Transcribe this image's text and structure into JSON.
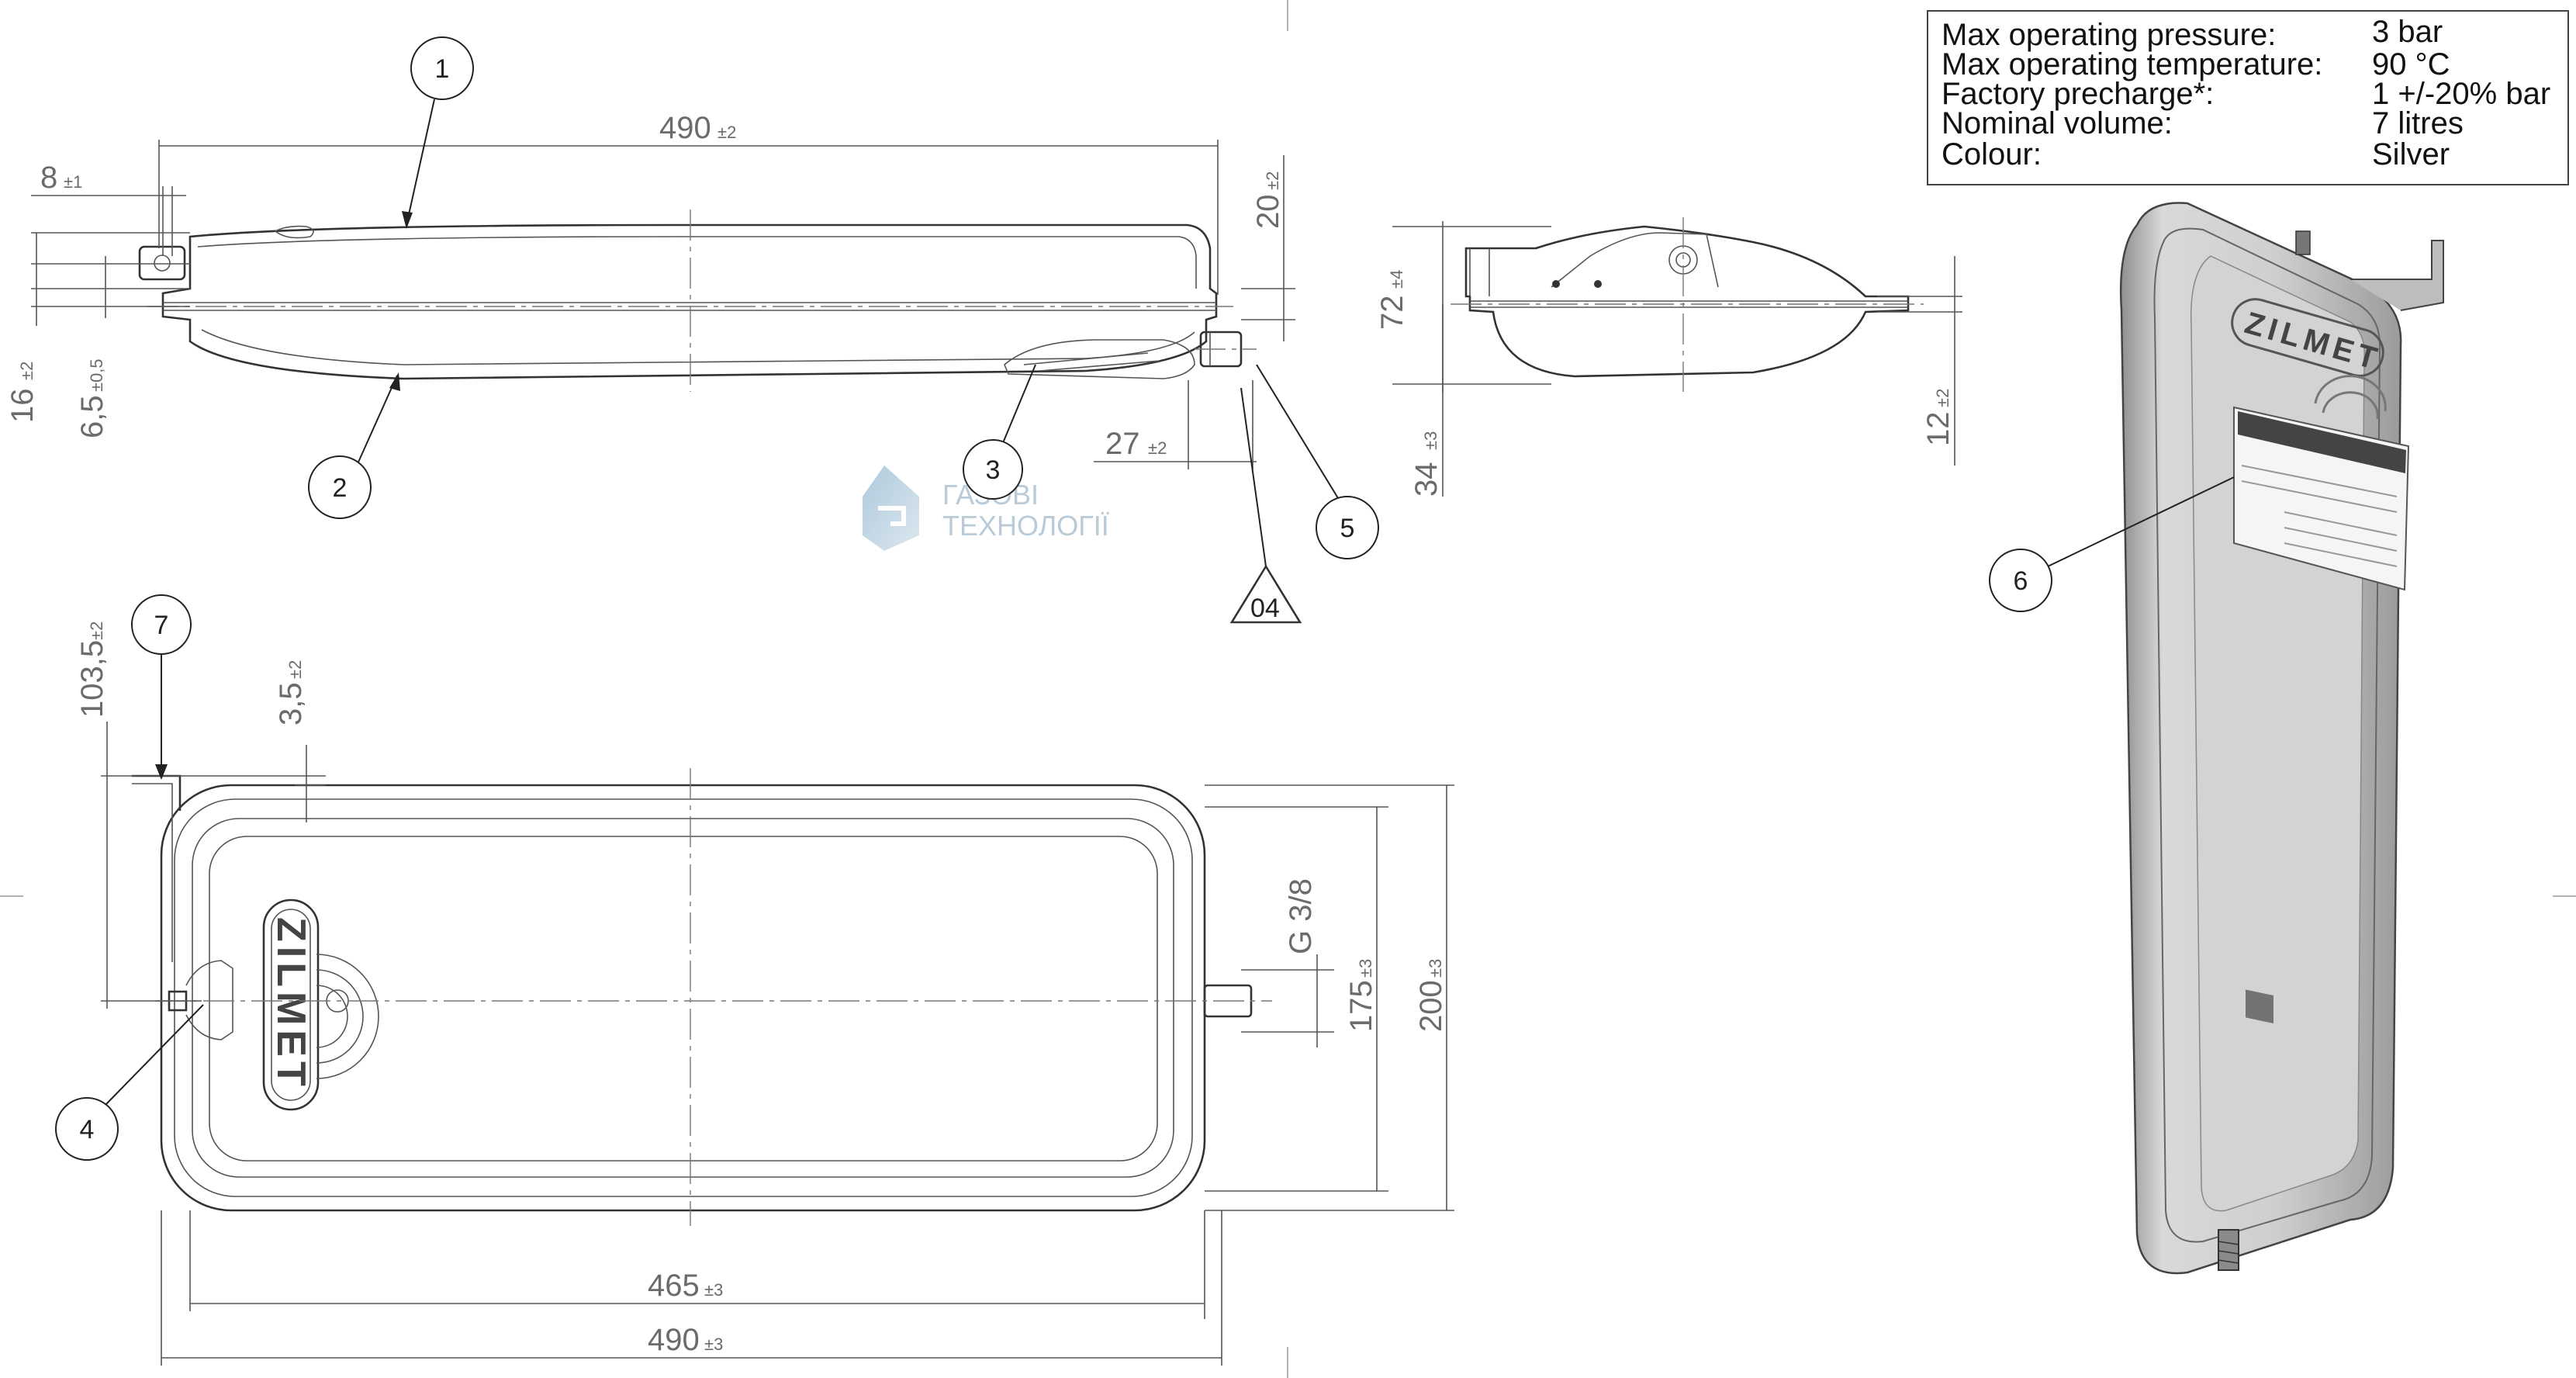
{
  "specs": [
    {
      "label": "Max operating pressure:",
      "value": "3 bar"
    },
    {
      "label": "Max operating temperature:",
      "value": "90 °C"
    },
    {
      "label": "Factory precharge*:",
      "value": "1 +/-20% bar"
    },
    {
      "label": "Nominal volume:",
      "value": "7 litres"
    },
    {
      "label": "Colour:",
      "value": "Silver"
    }
  ],
  "brand": "ZILMET",
  "watermark": {
    "line1": "ГАЗОВІ",
    "line2": "ТЕХНОЛОГІЇ"
  },
  "callouts": [
    "1",
    "2",
    "3",
    "4",
    "5",
    "6",
    "7"
  ],
  "weld_symbol": "04",
  "dimensions": {
    "top_length": {
      "value": "490",
      "tol": "±2"
    },
    "offset_8": {
      "value": "8",
      "tol": "±1"
    },
    "height_20": {
      "value": "20",
      "tol": "±2"
    },
    "height_16": {
      "value": "16",
      "tol": "±2"
    },
    "height_65": {
      "value": "6,5",
      "tol": "±0,5"
    },
    "dist_27": {
      "value": "27",
      "tol": "±2"
    },
    "side_72": {
      "value": "72",
      "tol": "±4"
    },
    "side_34": {
      "value": "34",
      "tol": "±3"
    },
    "side_12": {
      "value": "12",
      "tol": "±2"
    },
    "bracket_1035": {
      "value": "103,5",
      "tol": "±2"
    },
    "bracket_35": {
      "value": "3,5",
      "tol": "±2"
    },
    "thread": {
      "value": "G 3/8"
    },
    "width_175": {
      "value": "175",
      "tol": "±3"
    },
    "width_200": {
      "value": "200",
      "tol": "±3"
    },
    "len_465": {
      "value": "465",
      "tol": "±3"
    },
    "len_490": {
      "value": "490",
      "tol": "±3"
    }
  }
}
